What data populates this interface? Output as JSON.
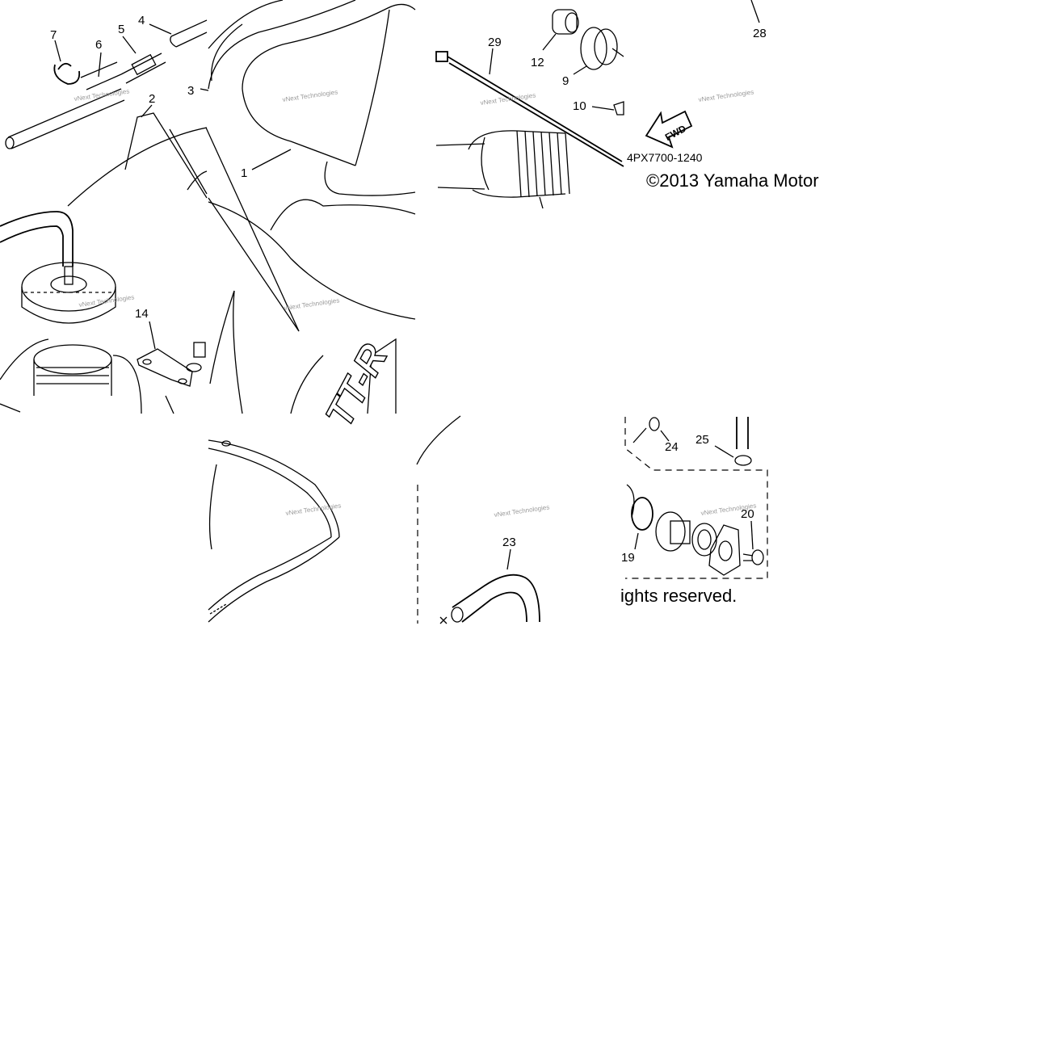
{
  "diagram": {
    "part_code": "4PX7700-1240",
    "copyright_line1": "©2013 Yamaha Motor",
    "copyright_line2": "ights reserved.",
    "watermark": "vNext Technologies",
    "fwd_label": "FWD",
    "tank_logo": "TT-R",
    "callouts": [
      "1",
      "2",
      "3",
      "4",
      "5",
      "6",
      "7",
      "9",
      "10",
      "12",
      "14",
      "19",
      "20",
      "23",
      "24",
      "25",
      "28",
      "29"
    ]
  }
}
